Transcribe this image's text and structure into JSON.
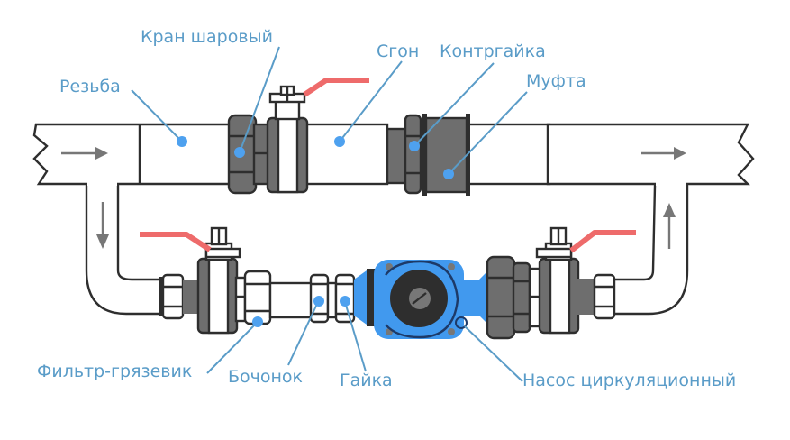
{
  "title": "Схема обвязки циркуляционного насоса",
  "colors": {
    "label": "#5a9cc8",
    "marker": "#4ea1ef",
    "pump": "#4199ee",
    "valve_handle": "#ee6b6b",
    "fitting": "#6e6e6e",
    "outline": "#2e2e2e",
    "flow_arrow": "#777777"
  },
  "labels": {
    "thread": "Резьба",
    "ball_valve": "Кран шаровый",
    "sgon": "Сгон",
    "locknut": "Контргайка",
    "coupling": "Муфта",
    "mud_filter": "Фильтр-грязевик",
    "barrel": "Бочонок",
    "nut": "Гайка",
    "circulation_pump": "Насос циркуляционный"
  },
  "flow_arrows": [
    {
      "location": "main-pipe-left",
      "direction": "right"
    },
    {
      "location": "main-pipe-right",
      "direction": "right"
    },
    {
      "location": "bypass-left",
      "direction": "down"
    },
    {
      "location": "bypass-right",
      "direction": "up"
    }
  ]
}
